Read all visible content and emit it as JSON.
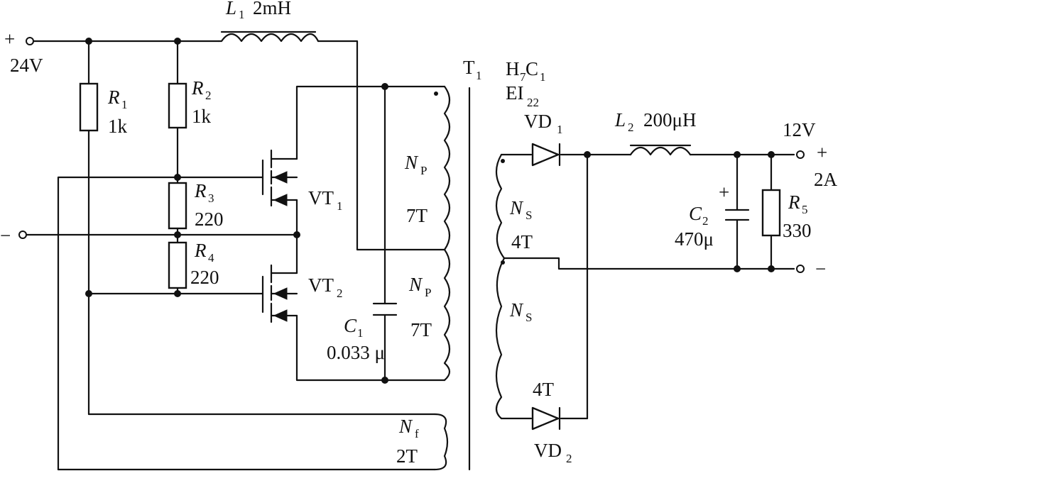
{
  "supply": {
    "plus": "+",
    "minus": "−",
    "voltage": "24V"
  },
  "L1": {
    "ref": "L",
    "sub": "1",
    "value": "2mH"
  },
  "R1": {
    "ref": "R",
    "sub": "1",
    "value": "1k"
  },
  "R2": {
    "ref": "R",
    "sub": "2",
    "value": "1k"
  },
  "R3": {
    "ref": "R",
    "sub": "3",
    "value": "220"
  },
  "R4": {
    "ref": "R",
    "sub": "4",
    "value": "220"
  },
  "VT1": {
    "ref": "VT",
    "sub": "1"
  },
  "VT2": {
    "ref": "VT",
    "sub": "2"
  },
  "C1": {
    "ref": "C",
    "sub": "1",
    "value": "0.033 μ"
  },
  "T1": {
    "ref": "T",
    "sub": "1",
    "core_a": "H",
    "core_a_sub": "7",
    "core_b": "C",
    "core_b_sub": "1",
    "core_c": "EI",
    "core_c_sub": "22"
  },
  "NP1": {
    "ref": "N",
    "sub": "P",
    "turns": "7T"
  },
  "NP2": {
    "ref": "N",
    "sub": "P",
    "turns": "7T"
  },
  "NF": {
    "ref": "N",
    "sub": "f",
    "turns": "2T"
  },
  "NS1": {
    "ref": "N",
    "sub": "S",
    "turns": "4T"
  },
  "NS2": {
    "ref": "N",
    "sub": "S",
    "turns": "4T"
  },
  "VD1": {
    "ref": "VD",
    "sub": "1"
  },
  "VD2": {
    "ref": "VD",
    "sub": "2"
  },
  "L2": {
    "ref": "L",
    "sub": "2",
    "value": "200μH"
  },
  "C2": {
    "ref": "C",
    "sub": "2",
    "value": "470μ",
    "polarity": "+"
  },
  "R5": {
    "ref": "R",
    "sub": "5",
    "value": "330"
  },
  "output": {
    "voltage": "12V",
    "current": "2A",
    "plus": "+",
    "minus": "−"
  }
}
